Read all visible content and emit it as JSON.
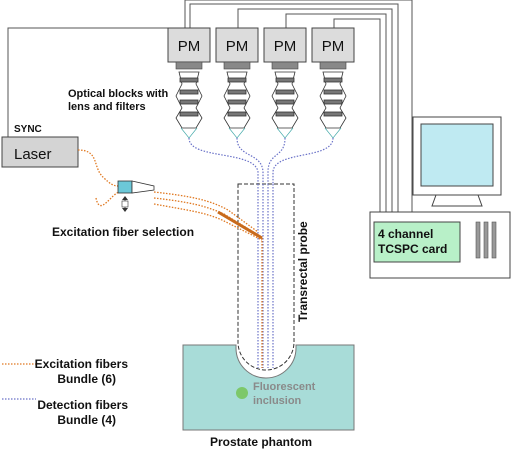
{
  "labels": {
    "pm": "PM",
    "optical_blocks_line1": "Optical blocks with",
    "optical_blocks_line2": "lens and filters",
    "sync": "SYNC",
    "laser": "Laser",
    "excitation_fiber_selection": "Excitation fiber selection",
    "transrectal_probe": "Transrectal probe",
    "tcspc_line1": "4 channel",
    "tcspc_line2": "TCSPC card",
    "fluorescent_line1": "Fluorescent",
    "fluorescent_line2": "inclusion",
    "prostate_phantom": "Prostate phantom",
    "excitation_legend_line1": "Excitation fibers",
    "excitation_legend_line2": "Bundle (6)",
    "detection_legend_line1": "Detection fibers",
    "detection_legend_line2": "Bundle (4)"
  },
  "colors": {
    "excitation_fiber": "#e07820",
    "detection_fiber": "#6a72c8",
    "inclusion": "#7dc86a",
    "phantom": "#a8dcd8",
    "tcspc_card": "#b8f0c8",
    "monitor_screen": "#bfeaf2",
    "laser_box": "#d4d4d4",
    "pm_box": "#dcdcdc"
  }
}
